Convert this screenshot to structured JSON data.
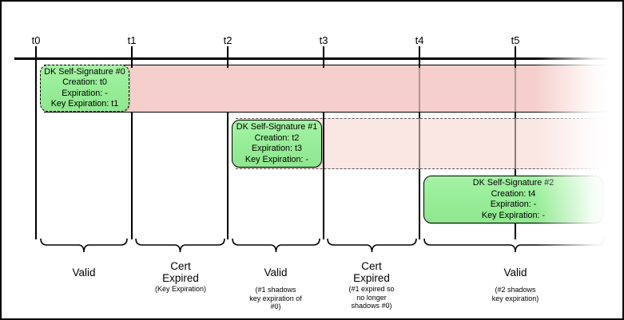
{
  "timeline": {
    "ticks": [
      "t0",
      "t1",
      "t2",
      "t3",
      "t4",
      "t5"
    ]
  },
  "signatures": [
    {
      "title": "DK Self-Signature #0",
      "lines": [
        "Creation: t0",
        "Expiration: -",
        "Key Expiration: t1"
      ]
    },
    {
      "title": "DK Self-Signature #1",
      "lines": [
        "Creation: t2",
        "Expiration: t3",
        "Key Expiration: -"
      ]
    },
    {
      "title": "DK Self-Signature #2",
      "lines": [
        "Creation: t4",
        "Expiration: -",
        "Key Expiration: -"
      ]
    }
  ],
  "intervals": [
    {
      "label_lines": [
        "Valid"
      ],
      "sub_lines": []
    },
    {
      "label_lines": [
        "Cert",
        "Expired"
      ],
      "sub_lines": [
        "(Key Expiration)"
      ]
    },
    {
      "label_lines": [
        "Valid"
      ],
      "sub_lines": [
        "(#1 shadows",
        "key expiration of",
        "#0)"
      ]
    },
    {
      "label_lines": [
        "Cert",
        "Expired"
      ],
      "sub_lines": [
        "(#1 expired so",
        "no longer",
        "shadows #0)"
      ]
    },
    {
      "label_lines": [
        "Valid"
      ],
      "sub_lines": [
        "(#2 shadows",
        "key expiration)"
      ]
    }
  ],
  "colors": {
    "signature_box": "#98EE98",
    "band_primary": "#F5CFCB",
    "band_secondary": "#FAE6E3"
  }
}
